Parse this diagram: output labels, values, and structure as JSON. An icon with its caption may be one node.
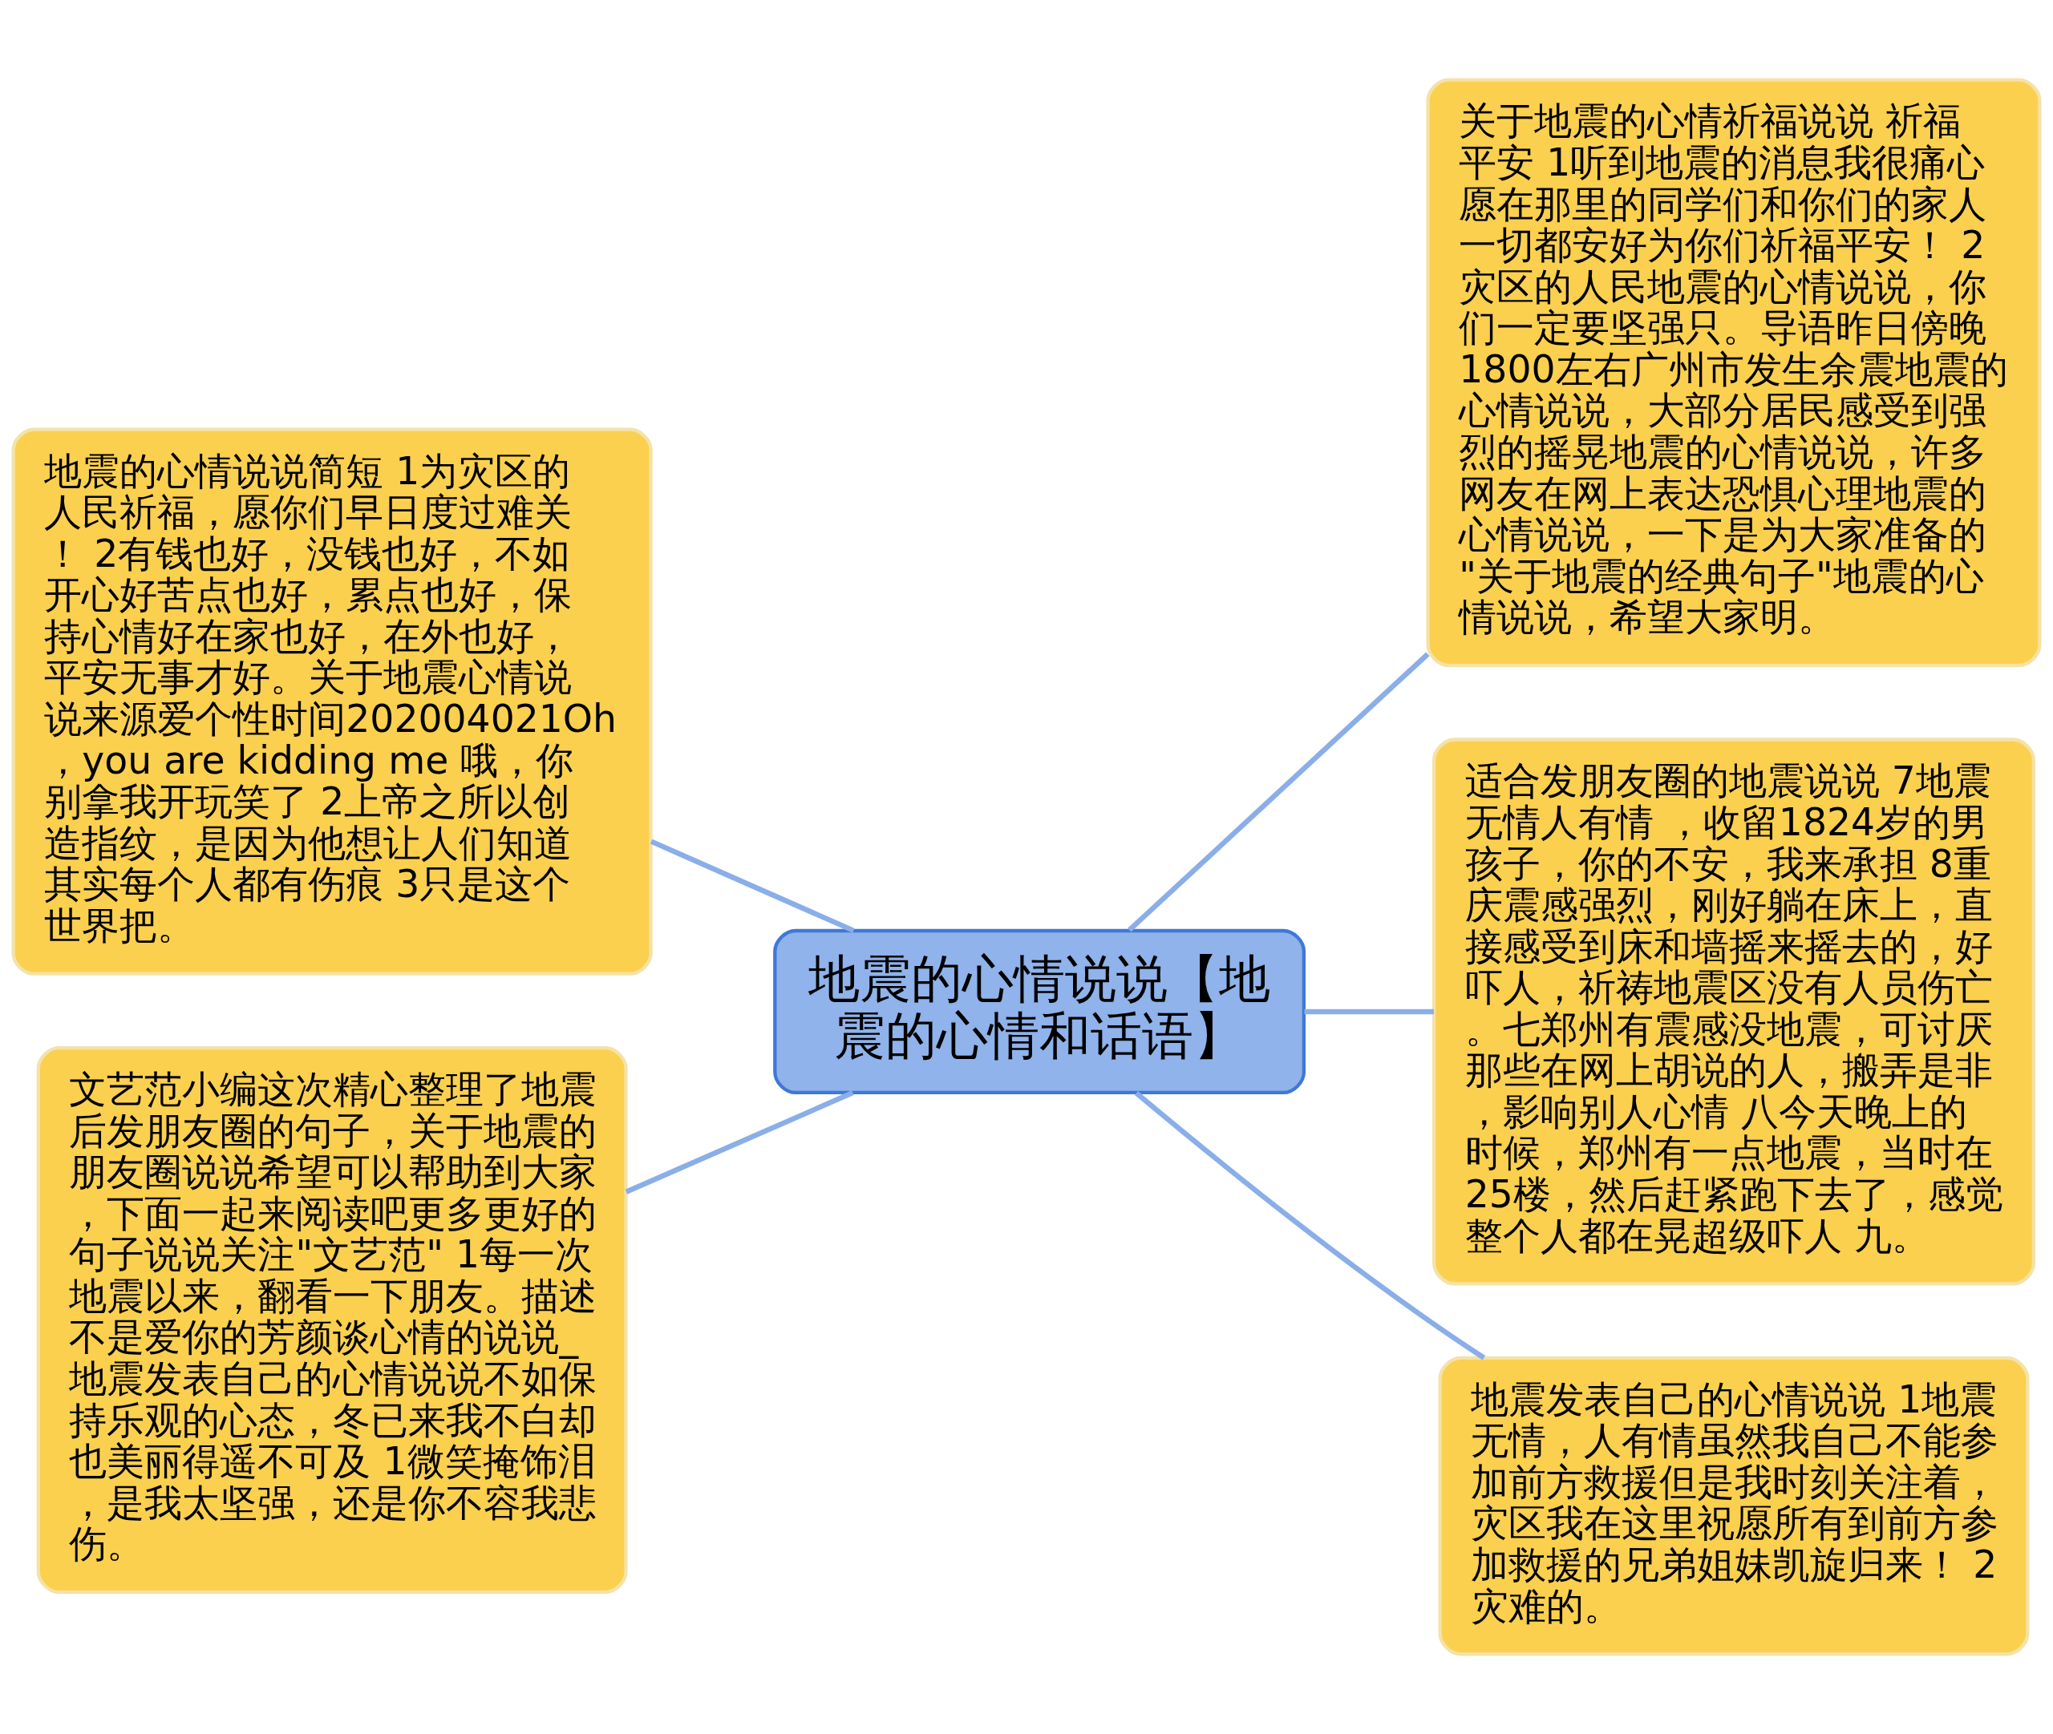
{
  "diagram": {
    "nodes": [
      {
        "text": [
          "地震的心情说说【地震的心情和话语】"
        ]
      },
      {
        "text": [
          "地震的心情说说简短 1为灾区的人民祈福，愿你们早日度过难关！ 2有钱也好，没钱也好，不如开心好苦点也好，累点也好，保持心情好在家也好，在外也好，平安无事才好。关于地震心情说说来源爱个性时间202004021Oh，you are kidding me 哦，你别拿我开玩笑了 2上帝之所以创造指纹，是因为他想让人们知道其实每个人都有伤痕 3只是这个世界把。"
        ]
      },
      {
        "text": [
          "文艺范小编这次精心整理了地震后发朋友圈的句子，关于地震的朋友圈说说希望可以帮助到大家，下面一起来阅读吧更多更好的句子说说关注\"文艺范\" 1每一次地震以来，翻看一下朋友。描述不是爱你的芳颜谈心情的说说_地震发表自己的心情说说不如保持乐观的心态，冬已来我不白却也美丽得遥不可及 1微笑掩饰泪，是我太坚强，还是你不容我悲伤。"
        ]
      },
      {
        "text": [
          "关于地震的心情祈福说说 祈福平安 1听到地震的消息我很痛心愿在那里的同学们和你们的家人一切都安好为你们祈福平安！ 2灾区的人民地震的心情说说，你们一定要坚强只。导语昨日傍晚1800左右广州市发生余震地震的心情说说，大部分居民感受到强烈的摇晃地震的心情说说，许多网友在网上表达恐惧心理地震的心情说说，一下是为大家准备的\"关于地震的经典句子\"地震的心情说说，希望大家明。"
        ]
      },
      {
        "text": [
          "适合发朋友圈的地震说说 7地震无情人有情 ，收留1824岁的男孩子，你的不安，我来承担 8重庆震感强烈，刚好躺在床上，直接感受到床和墙摇来摇去的，好吓人，祈祷地震区没有人员伤亡。七郑州有震感没地震，可讨厌那些在网上胡说的人，搬弄是非，影响别人心情 八今天晚上的时候，郑州有一点地震，当时在25楼，然后赶紧跑下去了，感觉整个人都在晃超级吓人 九。"
        ]
      },
      {
        "text": [
          "地震发表自己的心情说说 1地震无情，人有情虽然我自己不能参加前方救援但是我时刻关注着，灾区我在这里祝愿所有到前方参加救援的兄弟姐妹凯旋归来！ 2灾难的。"
        ]
      }
    ],
    "edges": [
      {
        "from": 0,
        "to": 1,
        "arrow": "none"
      },
      {
        "from": 0,
        "to": 2,
        "arrow": "none"
      },
      {
        "from": 0,
        "to": 3,
        "arrow": "none"
      },
      {
        "from": 0,
        "to": 4,
        "arrow": "none"
      },
      {
        "from": 0,
        "to": 5,
        "arrow": "none"
      }
    ]
  }
}
